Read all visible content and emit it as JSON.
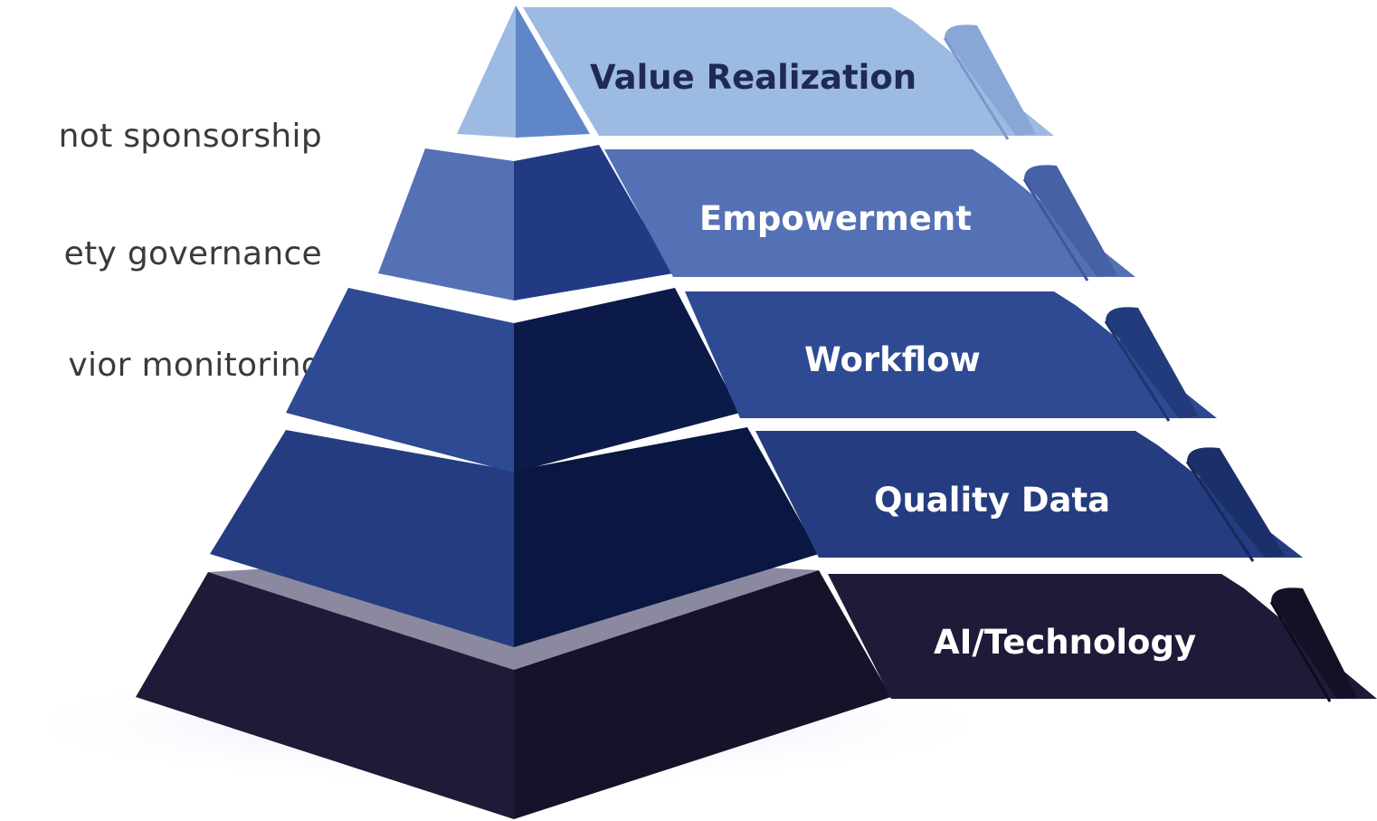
{
  "bullets": [
    "not sponsorship",
    "ety governance",
    "vior monitoring"
  ],
  "tiers": [
    {
      "label": "Value Realization",
      "color": "#9dbae3",
      "text_color": "#1f2a52"
    },
    {
      "label": "Empowerment",
      "color": "#5571b5",
      "text_color": "#ffffff"
    },
    {
      "label": "Workflow",
      "color": "#2d4a93",
      "text_color": "#ffffff"
    },
    {
      "label": "Quality Data",
      "color": "#253d80",
      "text_color": "#ffffff"
    },
    {
      "label": "AI/Technology",
      "color": "#1d1b38",
      "text_color": "#ffffff"
    }
  ]
}
